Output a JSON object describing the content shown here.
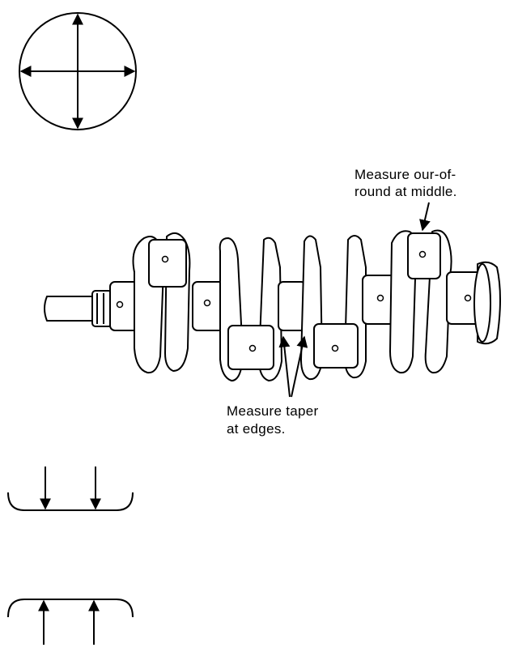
{
  "labels": {
    "out_of_round_line1": "Measure our-of-",
    "out_of_round_line2": "round at middle.",
    "taper_line1": "Measure taper",
    "taper_line2": "at edges."
  },
  "colors": {
    "ink": "#000000",
    "paper": "#ffffff"
  }
}
